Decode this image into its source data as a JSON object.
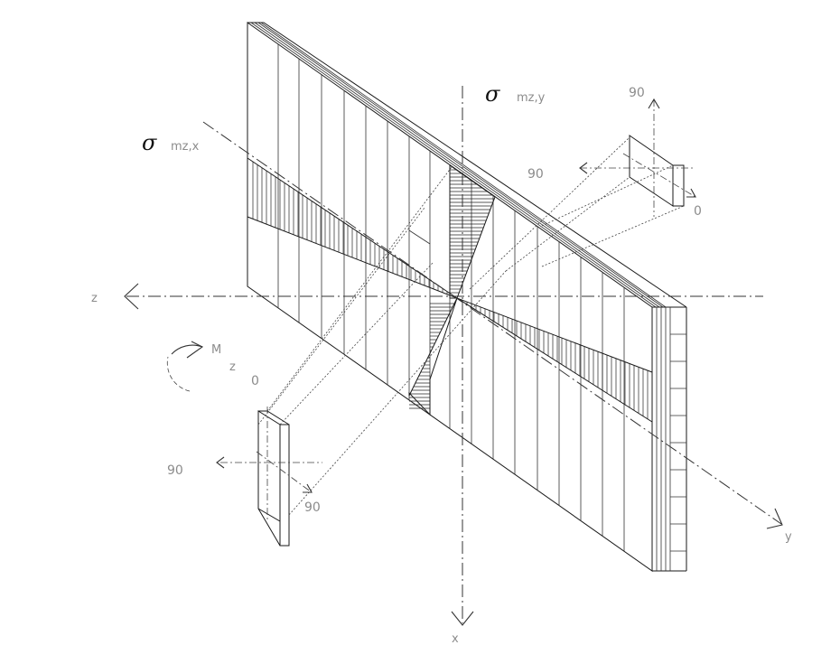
{
  "axes": {
    "z_label": "z",
    "x_label": "x",
    "y_label": "y"
  },
  "stress": {
    "sigma_symbol": "σ",
    "mzx_subscript": "mz,x",
    "mzy_subscript": "mz,y"
  },
  "moment": {
    "symbol": "M",
    "subscript": "z"
  },
  "detail_left": {
    "label_top": "0",
    "label_left": "90",
    "label_right": "90"
  },
  "detail_right": {
    "label_top": "90",
    "label_left": "90",
    "label_bottom": "0"
  }
}
